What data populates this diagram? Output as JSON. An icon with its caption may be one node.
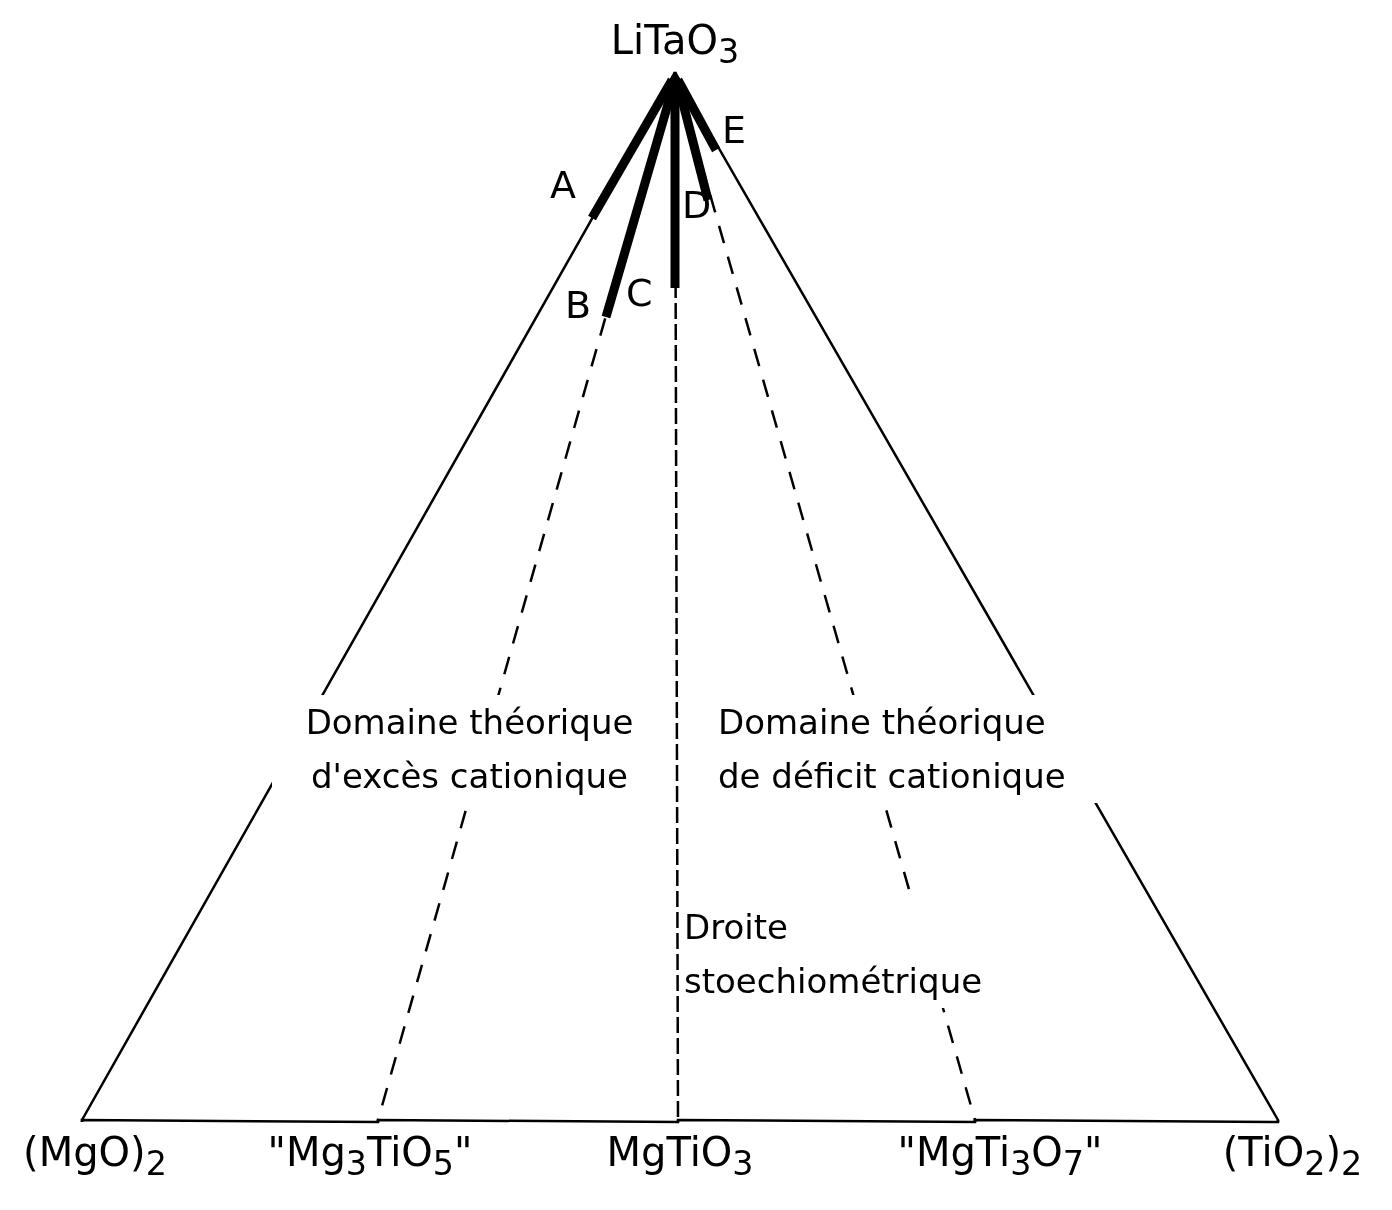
{
  "diagram": {
    "nodes": [
      {
        "text": [
          "LiTaO$_{3}$"
        ]
      },
      {
        "text": [
          "(MgO)$_{2}$"
        ]
      },
      {
        "text": [
          "\"Mg$_{3}$TiO$_{5}$\""
        ]
      },
      {
        "text": [
          "MgTiO$_{3}$"
        ]
      },
      {
        "text": [
          "\"MgTi$_{3}$O$_{7}$\""
        ]
      },
      {
        "text": [
          "(TiO$_{2}$)$_{2}$"
        ]
      }
    ],
    "edges": [
      {
        "from": 0,
        "to": 1,
        "arrow": "none"
      },
      {
        "from": 0,
        "to": 5,
        "arrow": "none"
      },
      {
        "from": 1,
        "to": 2,
        "arrow": "none"
      },
      {
        "from": 2,
        "to": 3,
        "arrow": "none"
      },
      {
        "from": 3,
        "to": 4,
        "arrow": "none"
      },
      {
        "from": 4,
        "to": 5,
        "arrow": "none"
      },
      {
        "from": 0,
        "to": 2,
        "arrow": "none",
        "style": "dashed"
      },
      {
        "from": 0,
        "to": 3,
        "arrow": "none",
        "style": "dashed"
      },
      {
        "from": 0,
        "to": 4,
        "arrow": "none",
        "style": "dashed"
      }
    ],
    "labels": [
      "A",
      "E",
      "D",
      "B",
      "C",
      "Domaine théorique d'excès cationique",
      "Domaine théorique de déficit cationique",
      "Droite stoechiométrique"
    ]
  }
}
